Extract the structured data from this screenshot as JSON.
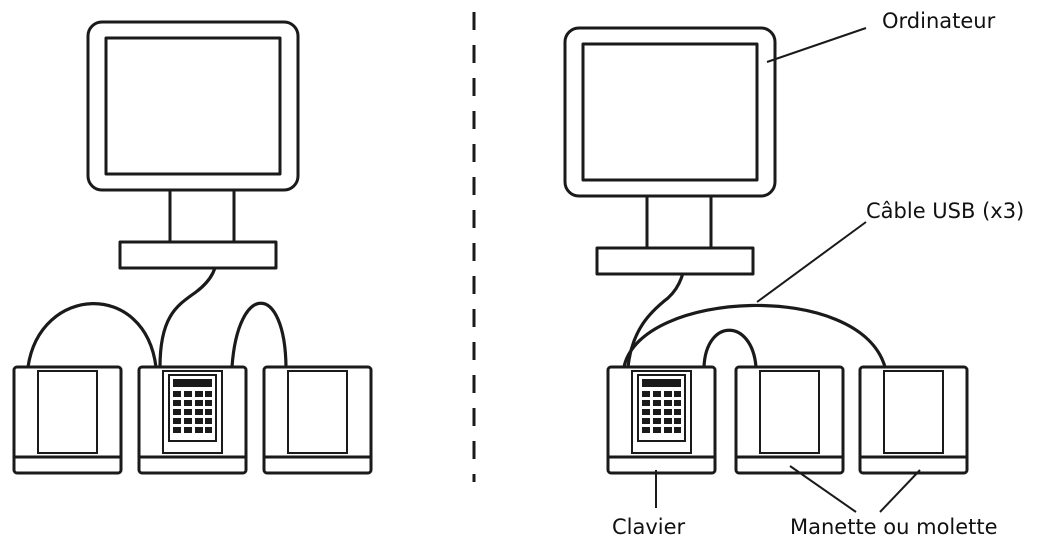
{
  "labels": {
    "computer": "Ordinateur",
    "usb_cable": "Câble USB (x3)",
    "keypad": "Clavier",
    "joystick_or_jog": "Manette ou molette"
  },
  "colors": {
    "line": "#1a1a1a",
    "background": "#ffffff"
  }
}
